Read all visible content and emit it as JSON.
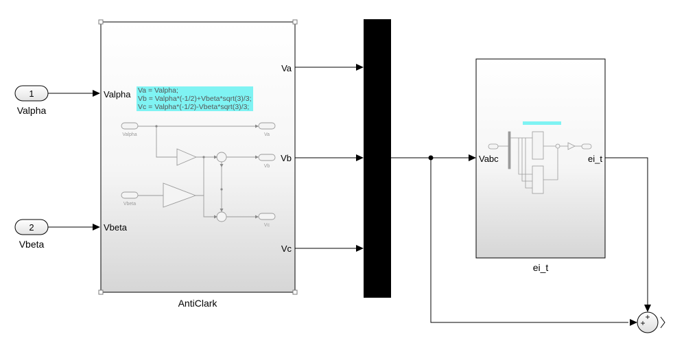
{
  "diagram": {
    "inports": [
      {
        "number": "1",
        "name": "Valpha"
      },
      {
        "number": "2",
        "name": "Vbeta"
      }
    ],
    "anticlark": {
      "name": "AntiClark",
      "input_ports": [
        "Valpha",
        "Vbeta"
      ],
      "output_ports": [
        "Va",
        "Vb",
        "Vc"
      ],
      "annotation": [
        "Va = Valpha;",
        "Vb = Valpha*(-1/2)+Vbeta*sqrt(3)/3;",
        "Vc = Valpha*(-1/2)-Vbeta*sqrt(3)/3;"
      ],
      "preview": {
        "inputs": [
          "Valpha",
          "Vbeta"
        ],
        "outputs": [
          "Va",
          "Vb",
          "Vc"
        ]
      }
    },
    "ei_block": {
      "name": "ei_t",
      "input_port": "Vabc",
      "output_port": "ei_t"
    },
    "sum_signs": [
      "+",
      "+"
    ],
    "colors": {
      "annotation_highlight": "#7ff3f3",
      "mux": "#000000",
      "line": "#000000",
      "preview_line": "#9a9a9a"
    }
  }
}
